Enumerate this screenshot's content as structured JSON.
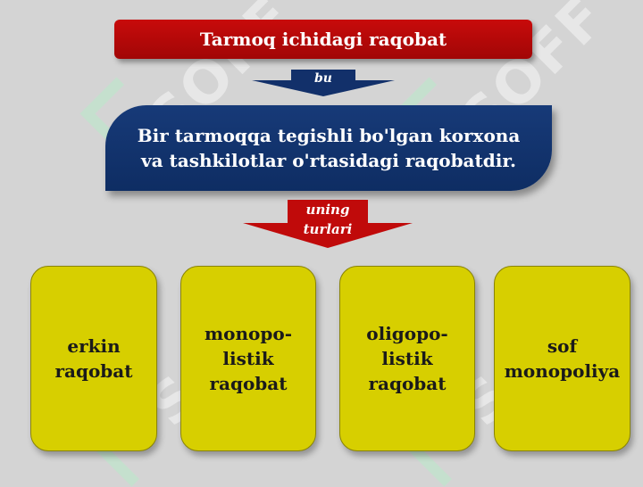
{
  "title": "Tarmoq ichidagi raqobat",
  "arrow1_label": "bu",
  "definition": "Bir tarmoqqa tegishli bo'lgan korxona va tashkilotlar o'rtasidagi raqobatdir.",
  "arrow2_label": "uning\nturlari",
  "types": [
    {
      "label": "erkin\nraqobat"
    },
    {
      "label": "monopo-\nlistik\nraqobat"
    },
    {
      "label": "oligopo-\nlistik\nraqobat"
    },
    {
      "label": "sof\nmonopoliya"
    }
  ],
  "watermark": "SOFF",
  "colors": {
    "title_red": "#b50909",
    "definition_blue": "#11306a",
    "arrow1_blue": "#12306a",
    "arrow2_red": "#c00a0a",
    "card_yellow": "#d7cf00",
    "background": "#d4d4d4"
  }
}
